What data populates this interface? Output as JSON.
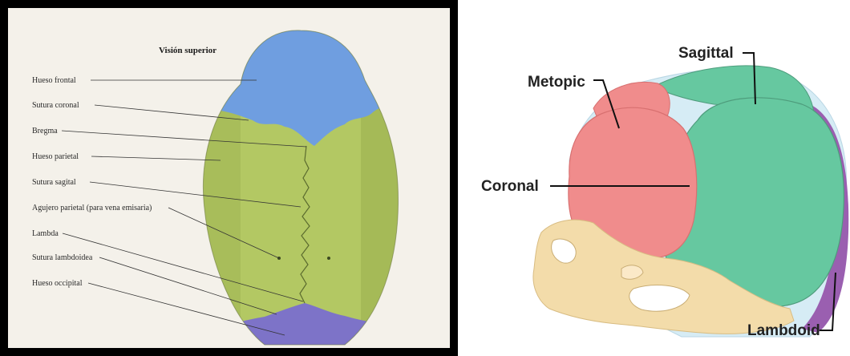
{
  "left_diagram": {
    "title": "Visión superior",
    "labels": [
      "Hueso frontal",
      "Sutura coronal",
      "Bregma",
      "Hueso parietal",
      "Sutura sagital",
      "Agujero parietal (para vena emisaria)",
      "Lambda",
      "Sutura lambdoidea",
      "Hueso occipital"
    ],
    "colors": {
      "frontal": "#6f9ee0",
      "parietal": "#b3c863",
      "occipital": "#7d73c8"
    }
  },
  "right_diagram": {
    "labels": {
      "metopic": "Metopic",
      "sagittal": "Sagittal",
      "coronal": "Coronal",
      "lambdoid": "Lambdoid"
    },
    "colors": {
      "frontal": "#f08c8c",
      "parietal": "#66c8a0",
      "face": "#f3dcaa",
      "occipital": "#9a5fb0",
      "fontanelle": "#d6ecf5"
    }
  }
}
